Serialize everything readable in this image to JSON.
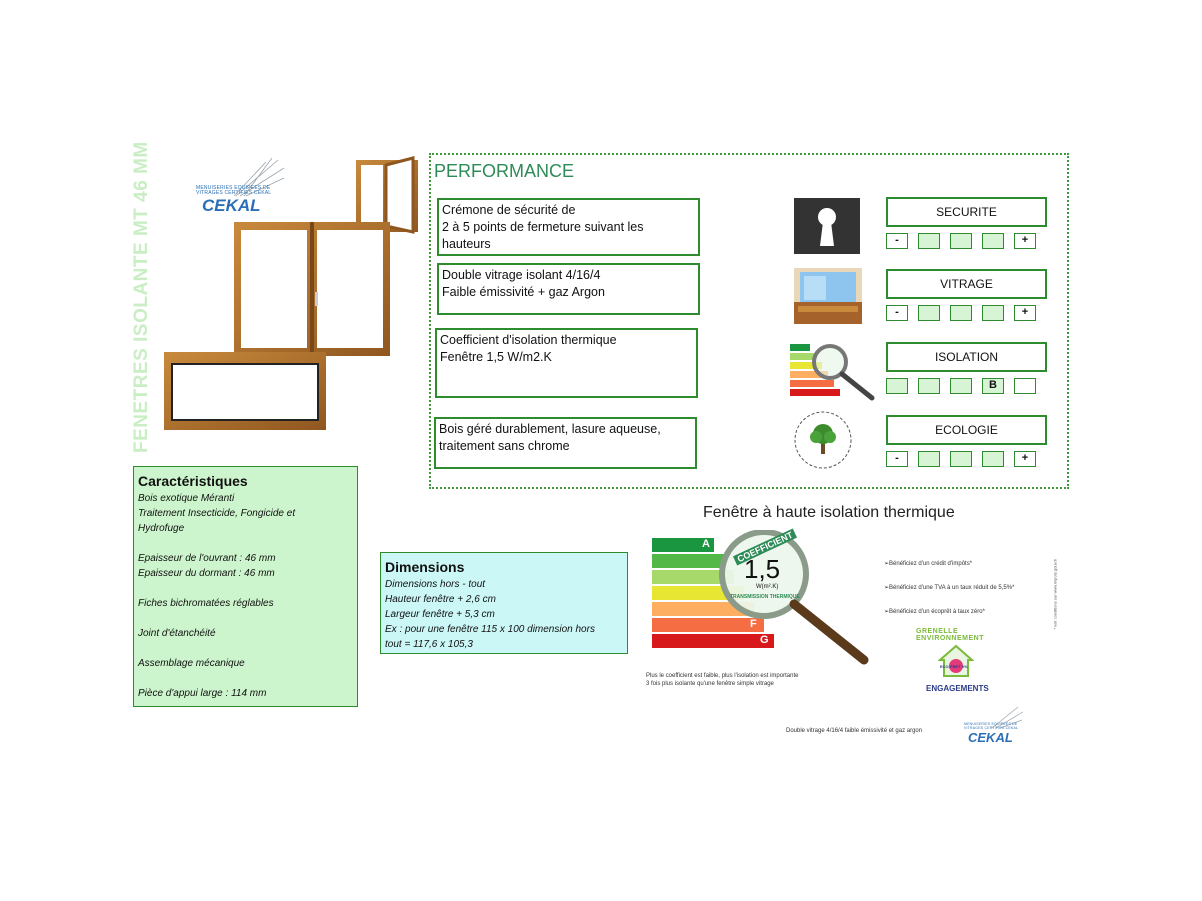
{
  "vertical_title": "FENETRES ISOLANTE MT 46 MM",
  "logo": {
    "line1": "MENUISERIES EQUIPEES DE",
    "line2": "VITRAGES CERTIFIES CEKAL",
    "name": "CEKAL"
  },
  "performance": {
    "title": "PERFORMANCE",
    "boxes": [
      {
        "lines": [
          "Crémone de sécurité de",
          "2 à 5 points de fermeture suivant les",
          "hauteurs"
        ]
      },
      {
        "lines": [
          "Double vitrage isolant 4/16/4",
          "Faible émissivité + gaz Argon"
        ]
      },
      {
        "lines": [
          "Coefficient d'isolation thermique",
          "Fenêtre 1,5 W/m2.K"
        ]
      },
      {
        "lines": [
          "Bois géré durablement, lasure aqueuse,",
          "traitement sans chrome"
        ]
      }
    ],
    "ratings": [
      {
        "label": "SECURITE",
        "minus": "-",
        "plus": "+",
        "selected": ""
      },
      {
        "label": "VITRAGE",
        "minus": "-",
        "plus": "+",
        "selected": ""
      },
      {
        "label": "ISOLATION",
        "minus": "",
        "plus": "",
        "selected": "B"
      },
      {
        "label": "ECOLOGIE",
        "minus": "-",
        "plus": "+",
        "selected": ""
      }
    ],
    "icons": [
      "keyhole-icon",
      "glazing-icon",
      "energy-magnifier-icon",
      "eco-tree-seal-icon"
    ]
  },
  "caracteristiques": {
    "title": "Caractéristiques",
    "lines": [
      "Bois exotique Méranti",
      "Traitement Insecticide, Fongicide et",
      "Hydrofuge",
      "",
      "Epaisseur de l'ouvrant : 46 mm",
      "Epaisseur du dormant : 46 mm",
      "",
      "Fiches bichromatées réglables",
      "",
      "Joint d'étanchéité",
      "",
      "Assemblage mécanique",
      "",
      "Pièce d'appui large : 114 mm"
    ]
  },
  "dimensions": {
    "title": "Dimensions",
    "lines": [
      "Dimensions hors - tout",
      "Hauteur fenêtre + 2,6 cm",
      "Largeur fenêtre + 5,3 cm",
      "Ex : pour une fenêtre 115 x 100 dimension hors",
      "tout = 117,6 x 105,3"
    ]
  },
  "energy": {
    "title": "Fenêtre à haute isolation thermique",
    "coefficient_word": "COEFFICIENT",
    "value": "1,5",
    "unit": "W(m².K)",
    "subtitle": "TRANSMISSION THERMIQUE",
    "bar_letters": [
      "A",
      "F",
      "G"
    ],
    "bar_colors": [
      "#1a9641",
      "#52b848",
      "#a6d96a",
      "#e6e633",
      "#fdae61",
      "#f46d43",
      "#d7191c"
    ],
    "benefits": [
      "➢Bénéficiez d'un crédit d'impôts*",
      "➢Bénéficiez d'une TVA à un taux réduit de 5,5%*",
      "➢Bénéficiez d'un écoprêt à taux zéro*"
    ],
    "note_lines": [
      "Plus le coefficient est faible, plus l'isolation est importante",
      "3 fois plus isolante qu'une fenêtre simple vitrage"
    ],
    "side_note": "* voir conditions sur www.impots.gouv.fr",
    "grenelle": {
      "top": "GRENELLE ENVIRONNEMENT",
      "bottom": "ENGAGEMENTS",
      "center": "ECO-PRET 0%"
    },
    "footer": "Double vitrage 4/16/4 faible émissivité et gaz argon"
  }
}
